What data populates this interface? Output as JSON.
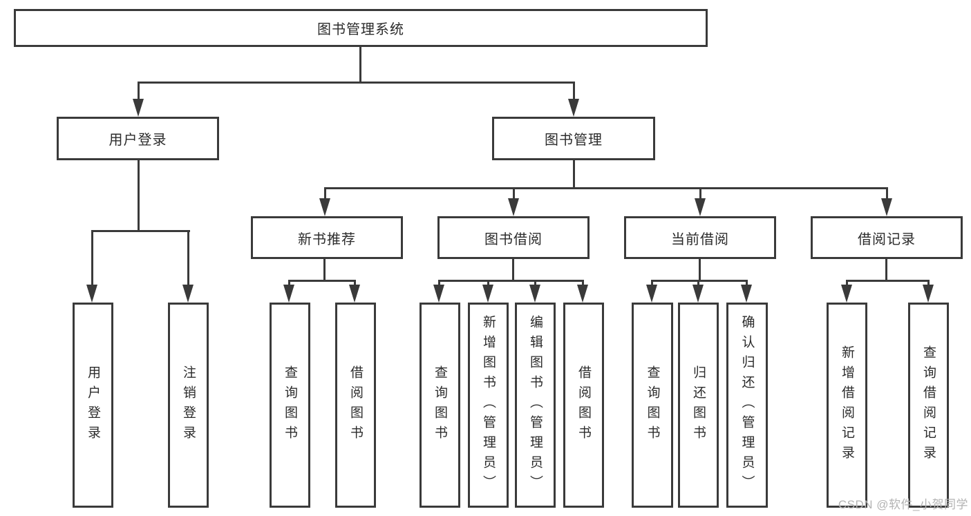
{
  "diagram_title": "图书管理系统",
  "root": {
    "label": "图书管理系统"
  },
  "level2": [
    {
      "label": "用户登录"
    },
    {
      "label": "图书管理"
    }
  ],
  "level3": [
    {
      "label": "新书推荐"
    },
    {
      "label": "图书借阅"
    },
    {
      "label": "当前借阅"
    },
    {
      "label": "借阅记录"
    }
  ],
  "leaves": [
    {
      "label": "用户登录"
    },
    {
      "label": "注销登录"
    },
    {
      "label": "查询图书"
    },
    {
      "label": "借阅图书"
    },
    {
      "label": "查询图书"
    },
    {
      "label": "新增图书（管理员）"
    },
    {
      "label": "编辑图书（管理员）"
    },
    {
      "label": "借阅图书"
    },
    {
      "label": "查询图书"
    },
    {
      "label": "归还图书"
    },
    {
      "label": "确认归还（管理员）"
    },
    {
      "label": "新增借阅记录"
    },
    {
      "label": "查询借阅记录"
    }
  ],
  "watermark": "CSDN @软件_小贺同学",
  "colors": {
    "line": "#3a3a3a",
    "text": "#2b2b2b",
    "watermark": "#b3b3b3",
    "background": "#ffffff"
  }
}
